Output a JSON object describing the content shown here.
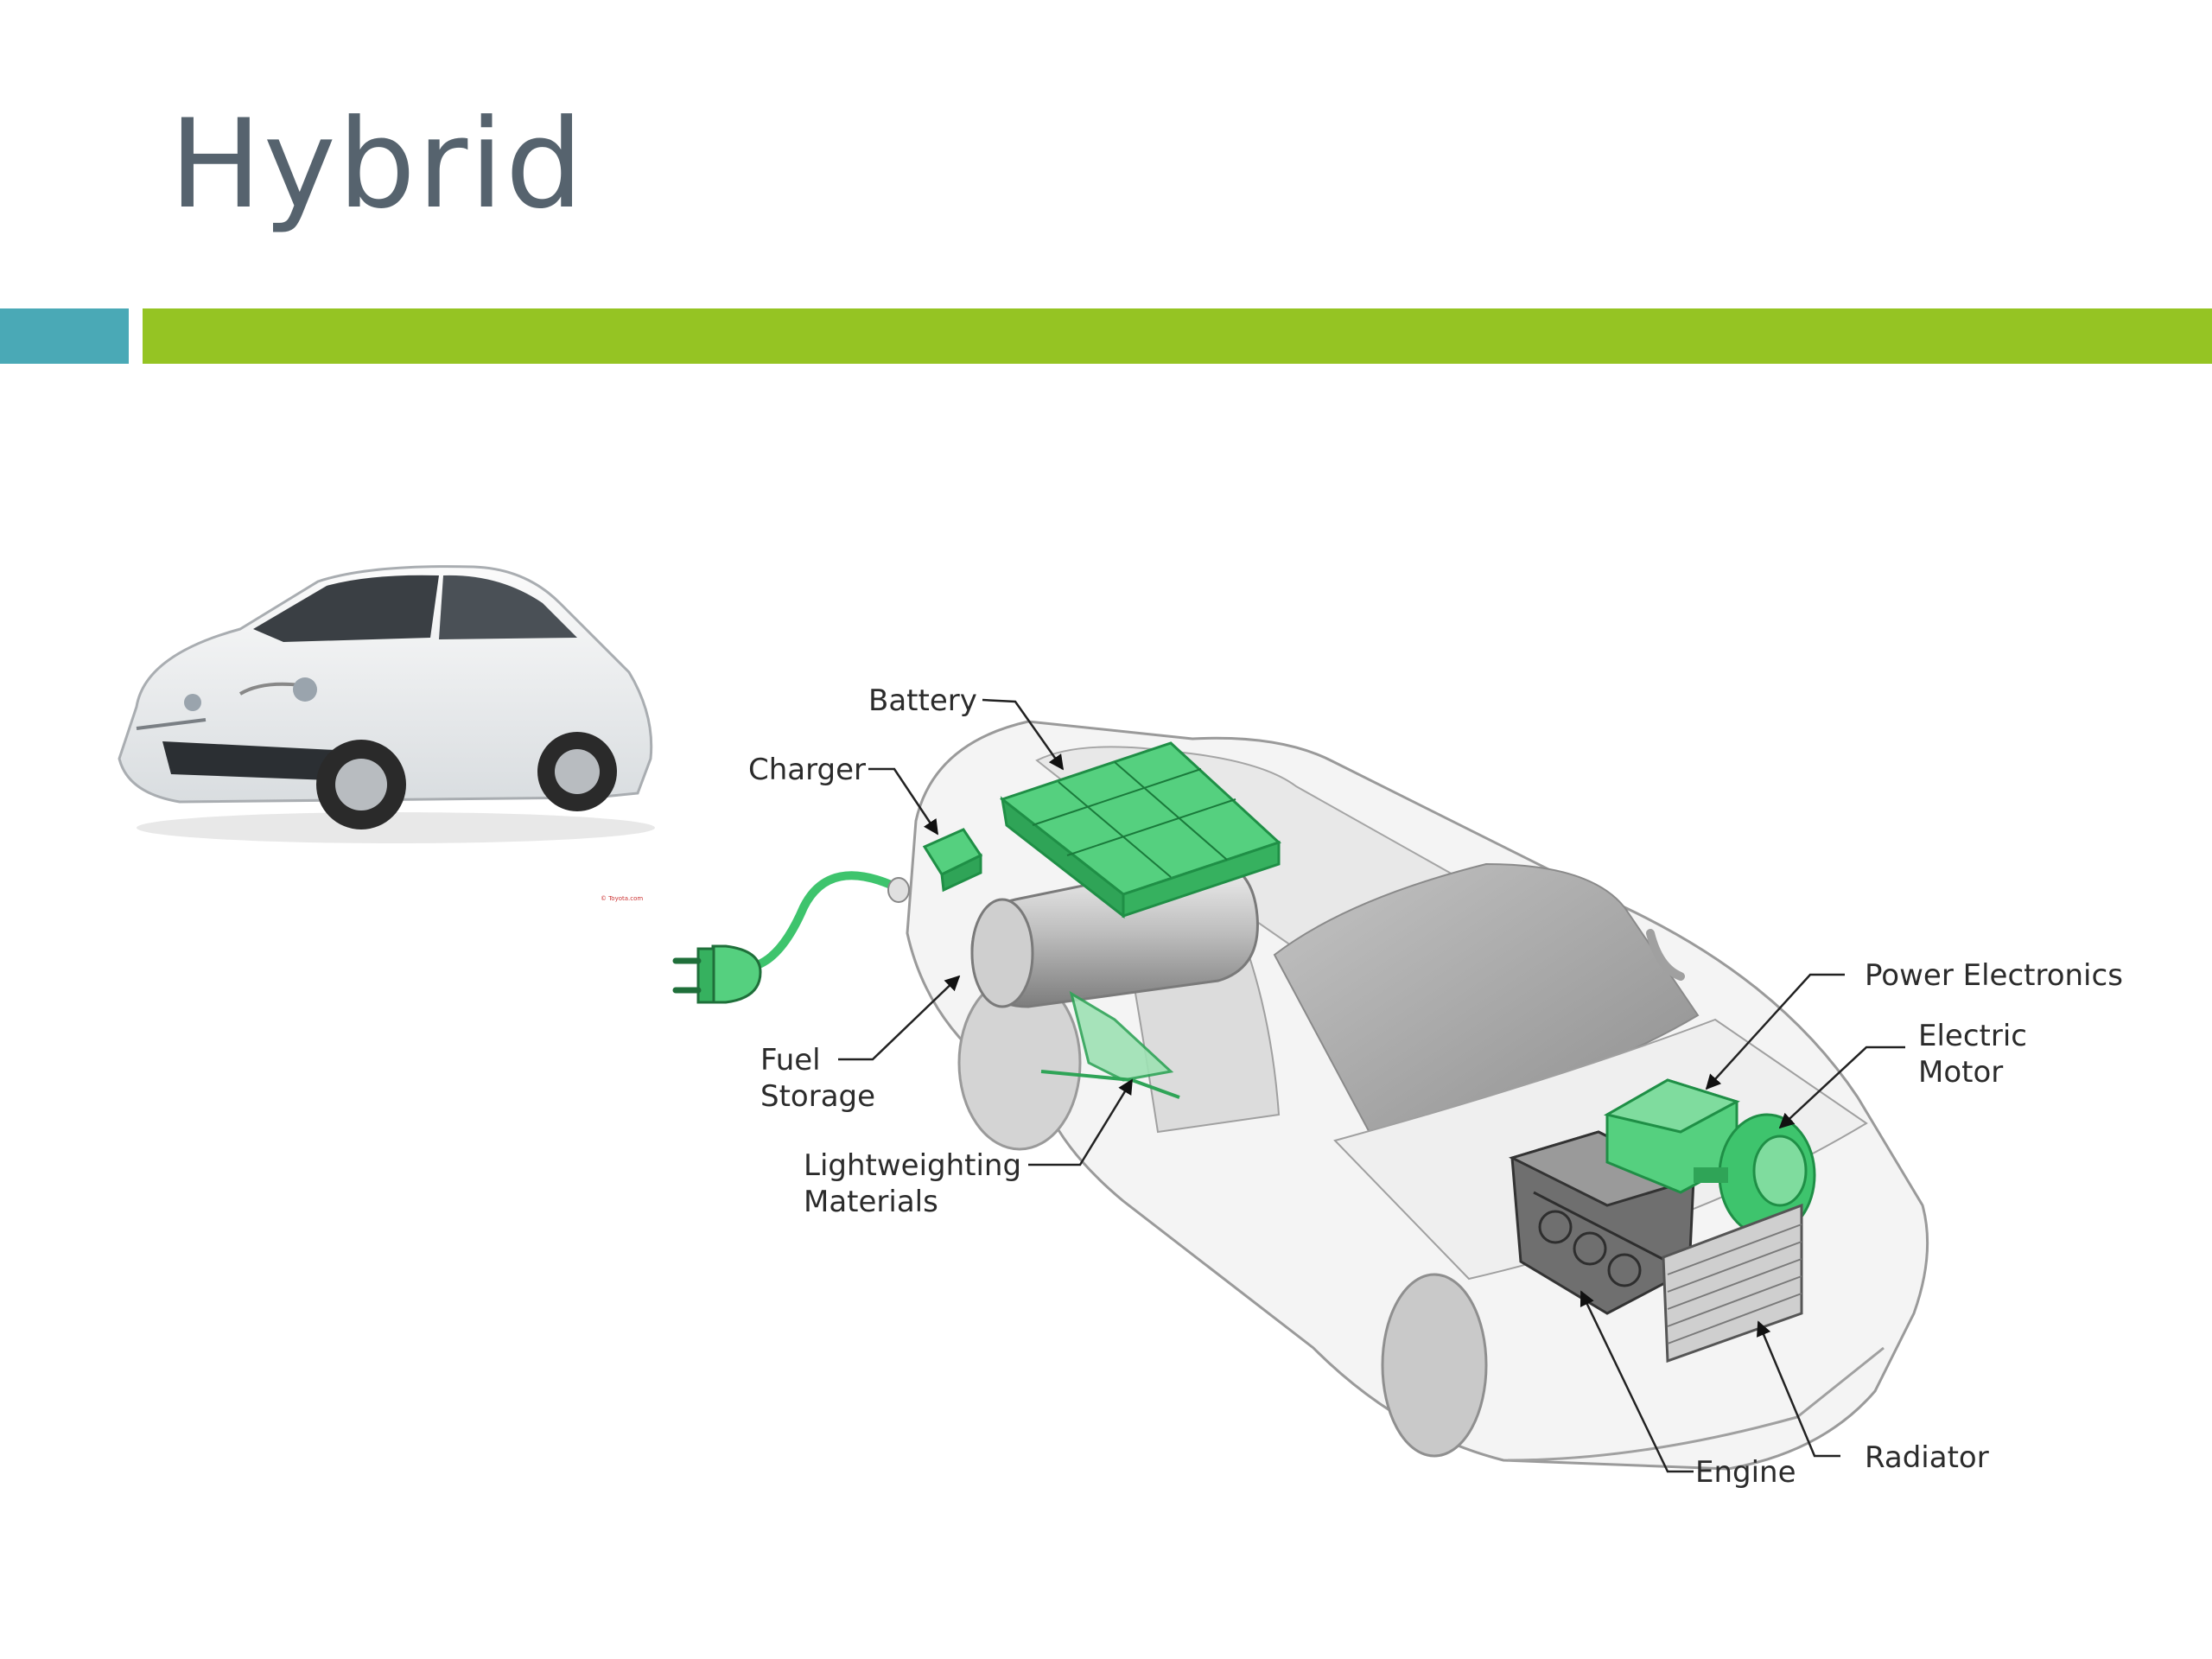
{
  "slide": {
    "title": "Hybrid",
    "colors": {
      "title": "#56636e",
      "accent_teal": "#4aa9b6",
      "accent_green": "#95c423",
      "component_green": "#3ec46d"
    }
  },
  "car_photo": {
    "icon": "white-hybrid-car-photo"
  },
  "diagram": {
    "credit": "© Toyota.com",
    "labels": {
      "battery": "Battery",
      "charger": "Charger",
      "fuel_storage_1": "Fuel",
      "fuel_storage_2": "Storage",
      "lightweighting_1": "Lightweighting",
      "lightweighting_2": "Materials",
      "power_electronics": "Power Electronics",
      "electric_motor_1": "Electric",
      "electric_motor_2": "Motor",
      "engine": "Engine",
      "radiator": "Radiator"
    }
  }
}
